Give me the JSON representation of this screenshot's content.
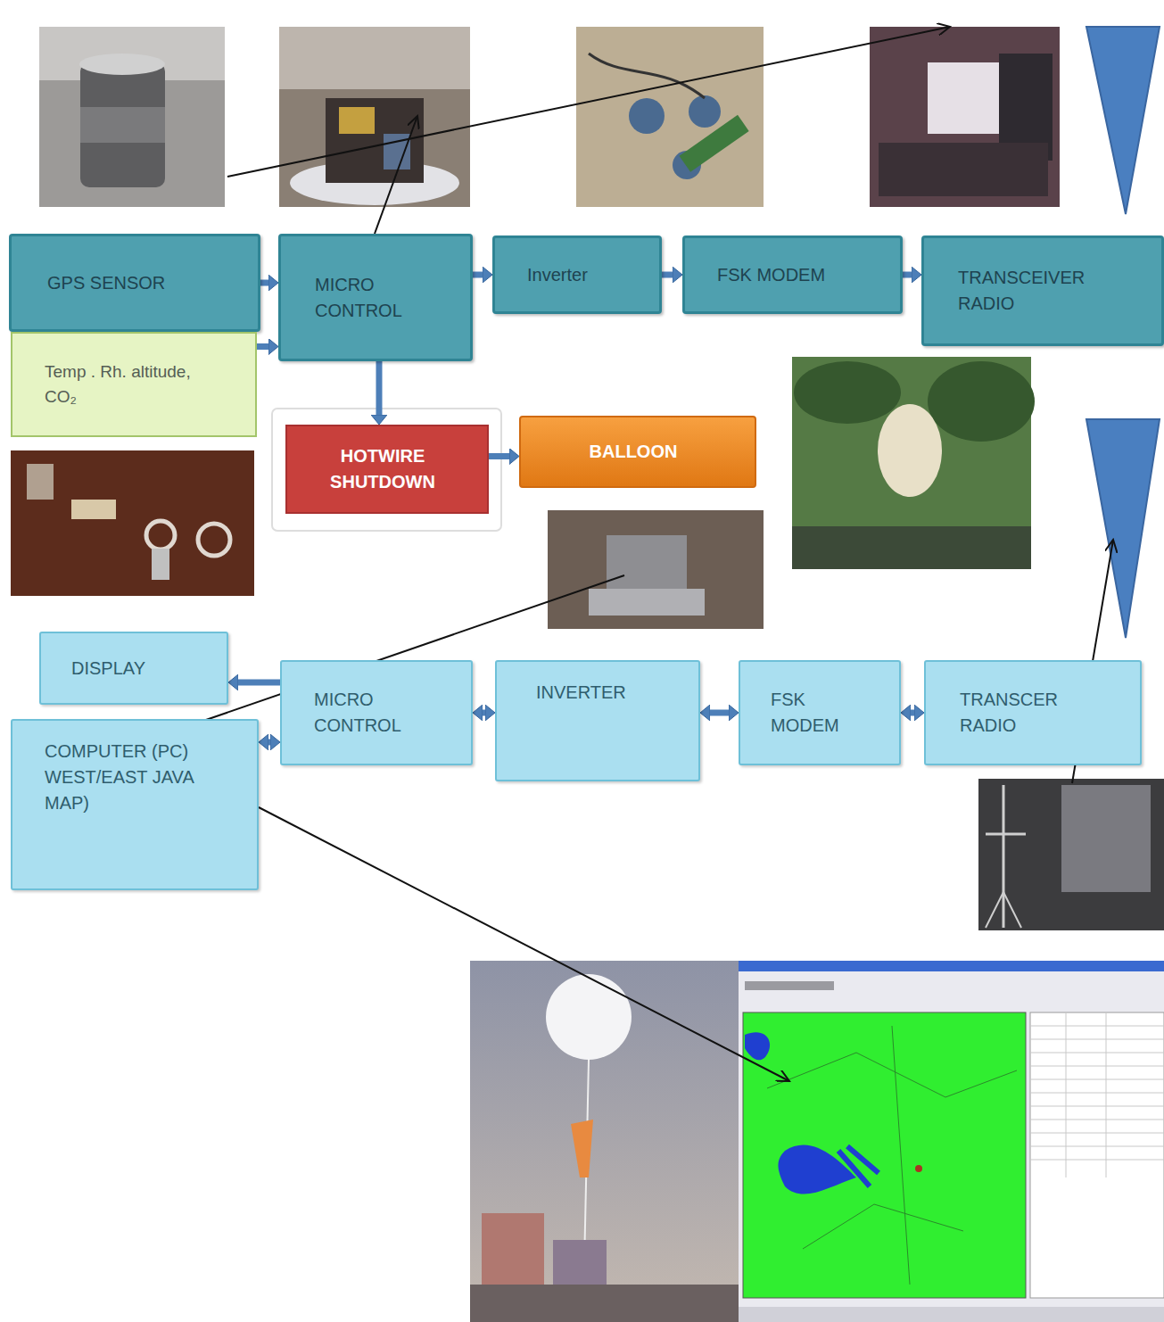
{
  "diagram": {
    "nodes": [
      {
        "text": [
          "GPS SENSOR"
        ]
      },
      {
        "text": [
          "MICRO CONTROL"
        ]
      },
      {
        "text": [
          "Inverter"
        ]
      },
      {
        "text": [
          "FSK MODEM"
        ]
      },
      {
        "text": [
          "TRANSCEIVER RADIO"
        ]
      },
      {
        "text": [
          "Temp . Rh. altitude, CO₂"
        ]
      },
      {
        "text": [
          "HOTWIRE SHUTDOWN"
        ]
      },
      {
        "text": [
          "BALLOON"
        ]
      },
      {
        "text": [
          "DISPLAY"
        ]
      },
      {
        "text": [
          "MICRO CONTROL"
        ]
      },
      {
        "text": [
          "INVERTER"
        ]
      },
      {
        "text": [
          "FSK MODEM"
        ]
      },
      {
        "text": [
          "TRANSCER RADIO"
        ]
      },
      {
        "text": [
          "COMPUTER (PC) WEST/EAST JAVA MAP)"
        ]
      }
    ],
    "edges": [
      {
        "from": 0,
        "to": 1,
        "arrow": "to"
      },
      {
        "from": 5,
        "to": 1,
        "arrow": "to"
      },
      {
        "from": 1,
        "to": 2,
        "arrow": "to"
      },
      {
        "from": 2,
        "to": 3,
        "arrow": "to"
      },
      {
        "from": 3,
        "to": 4,
        "arrow": "to"
      },
      {
        "from": 1,
        "to": 6,
        "arrow": "to"
      },
      {
        "from": 6,
        "to": 7,
        "arrow": "to"
      },
      {
        "from": 9,
        "to": 8,
        "arrow": "to"
      },
      {
        "from": 13,
        "to": 9,
        "arrow": "both"
      },
      {
        "from": 9,
        "to": 10,
        "arrow": "both"
      },
      {
        "from": 10,
        "to": 11,
        "arrow": "both"
      },
      {
        "from": 11,
        "to": 12,
        "arrow": "both"
      }
    ]
  }
}
